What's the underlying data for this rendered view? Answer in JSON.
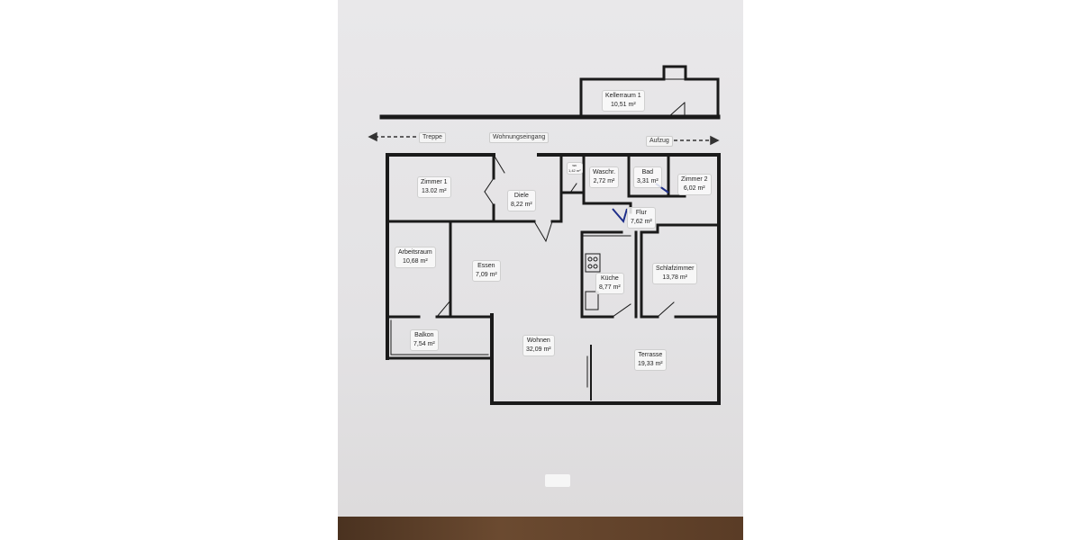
{
  "plan": {
    "signs": {
      "stairs": "Treppe",
      "entrance": "Wohnungseingang",
      "elevator": "Aufzug"
    },
    "rooms": {
      "kellerraum": {
        "name": "Kellerraum 1",
        "area": "10,51 m²"
      },
      "zimmer1": {
        "name": "Zimmer 1",
        "area": "13.02 m²"
      },
      "diele": {
        "name": "Diele",
        "area": "8,22 m²"
      },
      "wc": {
        "name": "wc",
        "area": "1,42 m²"
      },
      "waschr": {
        "name": "Waschr.",
        "area": "2,72 m²"
      },
      "bad": {
        "name": "Bad",
        "area": "3,31 m²"
      },
      "zimmer2": {
        "name": "Zimmer 2",
        "area": "6,02 m²"
      },
      "flur": {
        "name": "Flur",
        "area": "7,62 m²"
      },
      "arbeitsraum": {
        "name": "Arbeitsraum",
        "area": "10,68 m²"
      },
      "essen": {
        "name": "Essen",
        "area": "7,09 m²"
      },
      "kueche": {
        "name": "Küche",
        "area": "8,77 m²"
      },
      "schlafzimmer": {
        "name": "Schlafzimmer",
        "area": "13,78 m²"
      },
      "balkon": {
        "name": "Balkon",
        "area": "7,54 m²"
      },
      "wohnen": {
        "name": "Wohnen",
        "area": "32,09 m²"
      },
      "terrasse": {
        "name": "Terrasse",
        "area": "19,33 m²"
      }
    },
    "colors": {
      "wall": "#1a1a1a",
      "door_accent": "#1f2f8a",
      "paper": "#e6e5e7"
    }
  }
}
